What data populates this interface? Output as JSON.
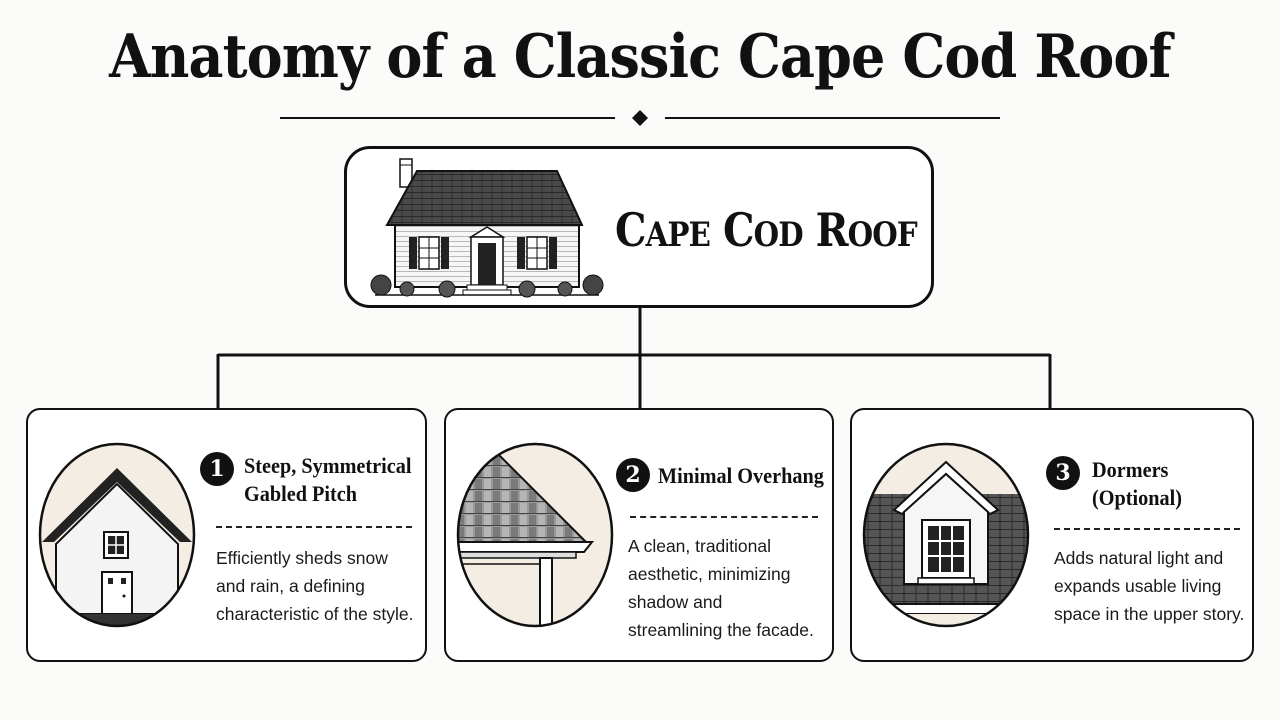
{
  "title": "Anatomy of a Classic Cape Cod Roof",
  "main": {
    "label_parts": [
      {
        "big": "C",
        "small": "APE"
      },
      {
        "big": "C",
        "small": "OD"
      },
      {
        "big": "R",
        "small": "OOF"
      }
    ]
  },
  "cards": [
    {
      "number": "1",
      "title_lines": [
        "Steep, Symmetrical",
        "Gabled Pitch"
      ],
      "desc_lines": [
        "Efficiently sheds snow",
        "and rain, a defining",
        "characteristic of the style."
      ],
      "icon": "gable-house-icon"
    },
    {
      "number": "2",
      "title_lines": [
        "Minimal Overhang"
      ],
      "desc_lines": [
        "A clean, traditional",
        "aesthetic, minimizing",
        "shadow and",
        "streamlining the facade."
      ],
      "icon": "roof-eave-icon"
    },
    {
      "number": "3",
      "title_lines": [
        "Dormers",
        "(Optional)"
      ],
      "desc_lines": [
        "Adds natural light and",
        "expands usable living",
        "space in the upper story."
      ],
      "icon": "dormer-window-icon"
    }
  ],
  "colors": {
    "ink": "#111111",
    "background": "#fbfbfa",
    "circle_fill": "#f3ede3",
    "shingle": "#555555"
  }
}
